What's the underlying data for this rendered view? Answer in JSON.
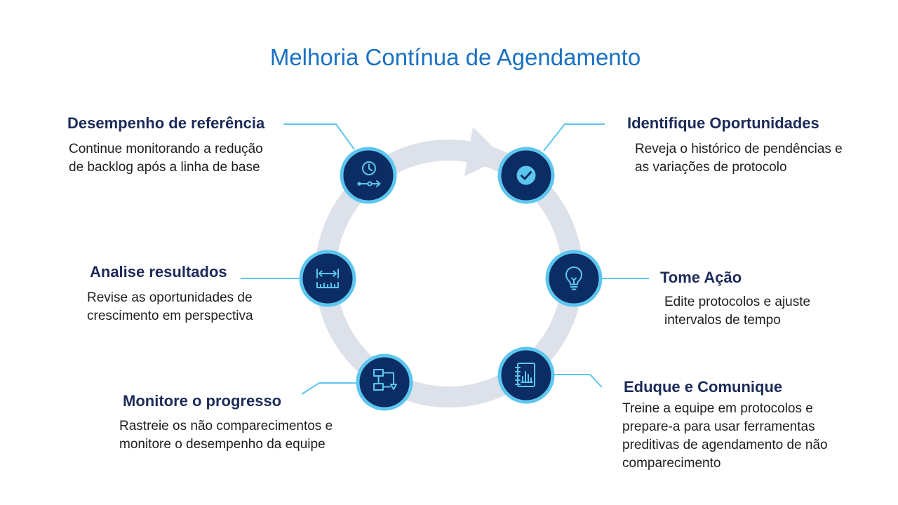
{
  "title": "Melhoria Contínua de Agendamento",
  "steps": [
    {
      "heading": "Identifique Oportunidades",
      "lines": [
        "Reveja o histórico de pendências e",
        "as variações de protocolo"
      ],
      "icon": "checkmark-circle-icon"
    },
    {
      "heading": "Tome Ação",
      "lines": [
        "Edite protocolos e ajuste",
        "intervalos de tempo"
      ],
      "icon": "lightbulb-icon"
    },
    {
      "heading": "Eduque e Comunique",
      "lines": [
        "Treine a equipe em protocolos e",
        "prepare-a para usar ferramentas",
        "preditivas de agendamento de não",
        "comparecimento"
      ],
      "icon": "notebook-chart-icon"
    },
    {
      "heading": "Monitore o progresso",
      "lines": [
        "Rastreie os não comparecimentos e",
        "monitore o desempenho da equipe"
      ],
      "icon": "flowchart-icon"
    },
    {
      "heading": "Analise resultados",
      "lines": [
        "Revise as oportunidades de",
        "crescimento em perspectiva"
      ],
      "icon": "ruler-measure-icon"
    },
    {
      "heading": "Desempenho de referência",
      "lines": [
        "Continue monitorando a redução",
        "de backlog após a linha de base"
      ],
      "icon": "clock-timeline-icon"
    }
  ],
  "colors": {
    "title": "#1a71c3",
    "heading": "#1c2b59",
    "body": "#1e1e1e",
    "ring": "#dde1e9",
    "node_fill": "#0b2d63",
    "node_border": "#5cc6ef",
    "connector": "#5cc6ef",
    "icon": "#5cc6ef"
  }
}
